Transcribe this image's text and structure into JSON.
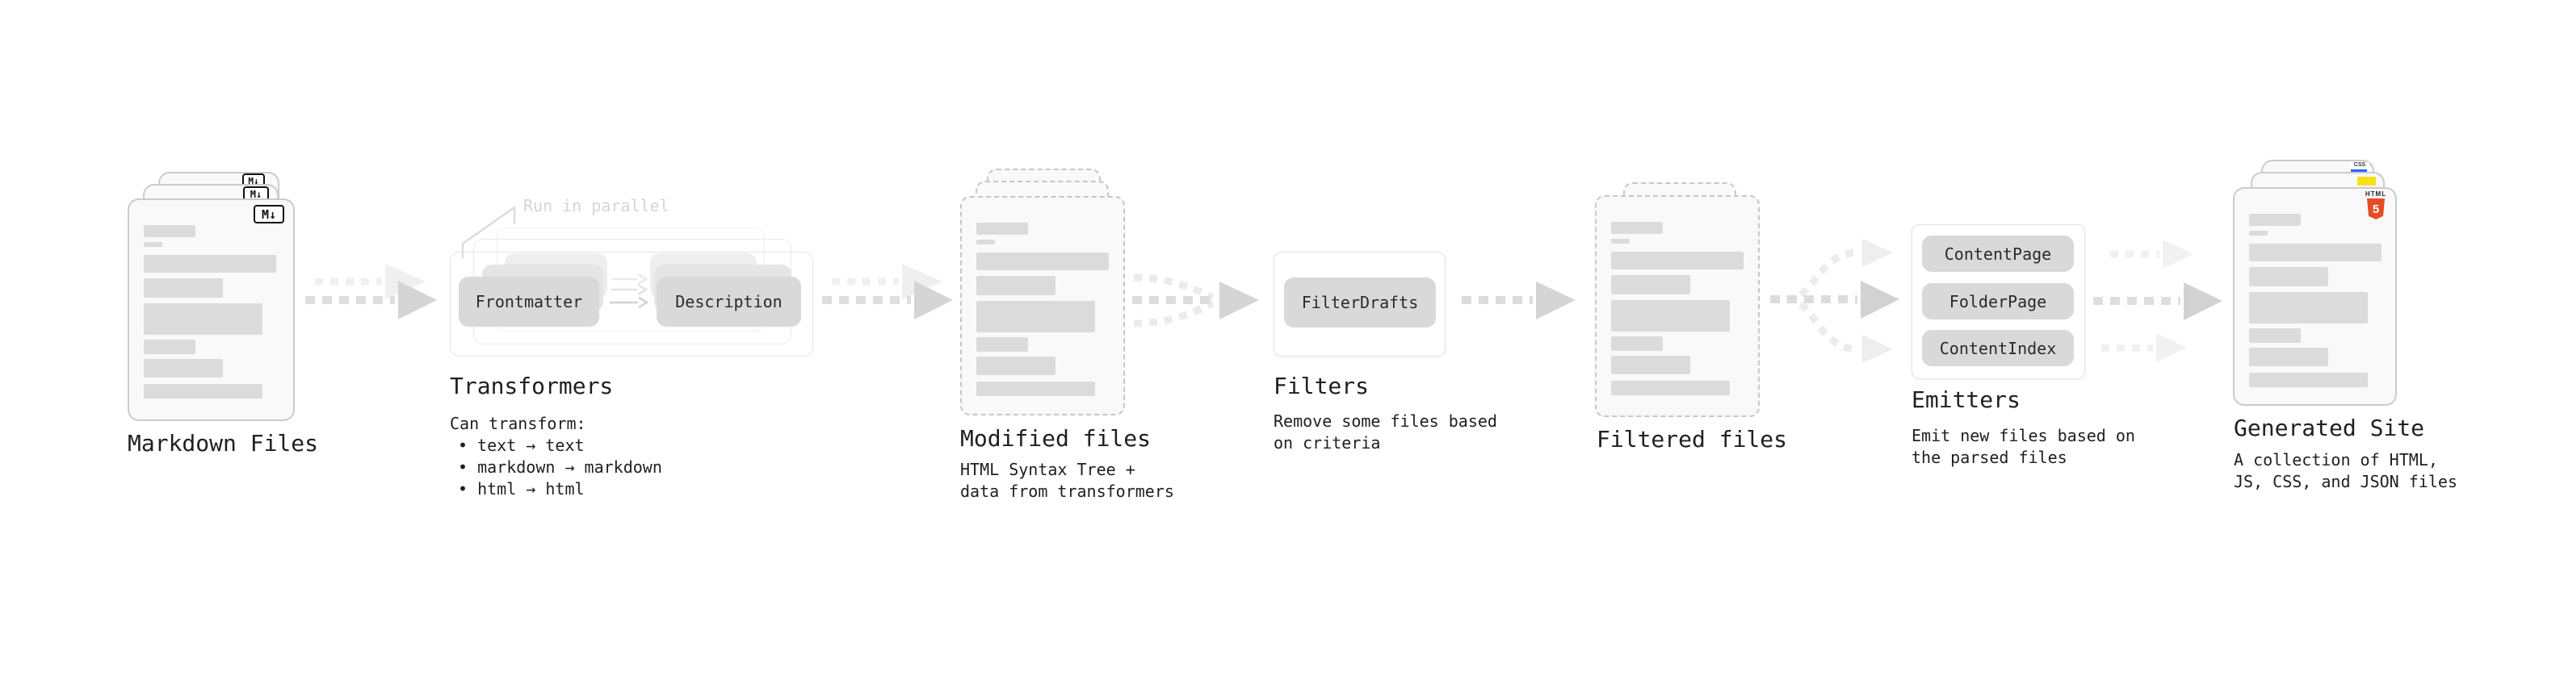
{
  "colors": {
    "background": "#ffffff",
    "card_fill": "#f9f9f9",
    "card_border": "#cbcbcb",
    "bar_fill": "#dbdbdb",
    "pill_fill": "#d9d9d9",
    "panel_border": "#e3e3e3",
    "arrow_main": "#d5d5d5",
    "arrow_faint": "#efefef",
    "annotation_gray": "#d5d5d5",
    "text": "#1f1f1f",
    "html5_orange": "#e44d26",
    "js_yellow": "#f7df1e",
    "css_blue": "#2962ff",
    "markdown_badge": "#111111"
  },
  "sections": {
    "markdown_files": {
      "label": "Markdown Files",
      "badge": "M↓"
    },
    "transformers": {
      "label": "Transformers",
      "annotation": "Run in parallel",
      "pill_frontmatter": "Frontmatter",
      "pill_description": "Description",
      "subtitle": "Can transform:",
      "bullets": [
        "• text → text",
        "• markdown → markdown",
        "• html → html"
      ]
    },
    "modified_files": {
      "label": "Modified files",
      "subtitle_line1": "HTML Syntax Tree +",
      "subtitle_line2": "data from transformers"
    },
    "filters": {
      "label": "Filters",
      "pill": "FilterDrafts",
      "subtitle_line1": "Remove some files based",
      "subtitle_line2": "on criteria"
    },
    "filtered_files": {
      "label": "Filtered files"
    },
    "emitters": {
      "label": "Emitters",
      "pills": [
        "ContentPage",
        "FolderPage",
        "ContentIndex"
      ],
      "subtitle_line1": "Emit new files based on",
      "subtitle_line2": "the parsed files"
    },
    "generated_site": {
      "label": "Generated Site",
      "subtitle_line1": "A collection of HTML,",
      "subtitle_line2": "JS, CSS, and JSON files",
      "badge_css": "CSS",
      "badge_html_word": "HTML",
      "badge_html_number": "5"
    }
  }
}
